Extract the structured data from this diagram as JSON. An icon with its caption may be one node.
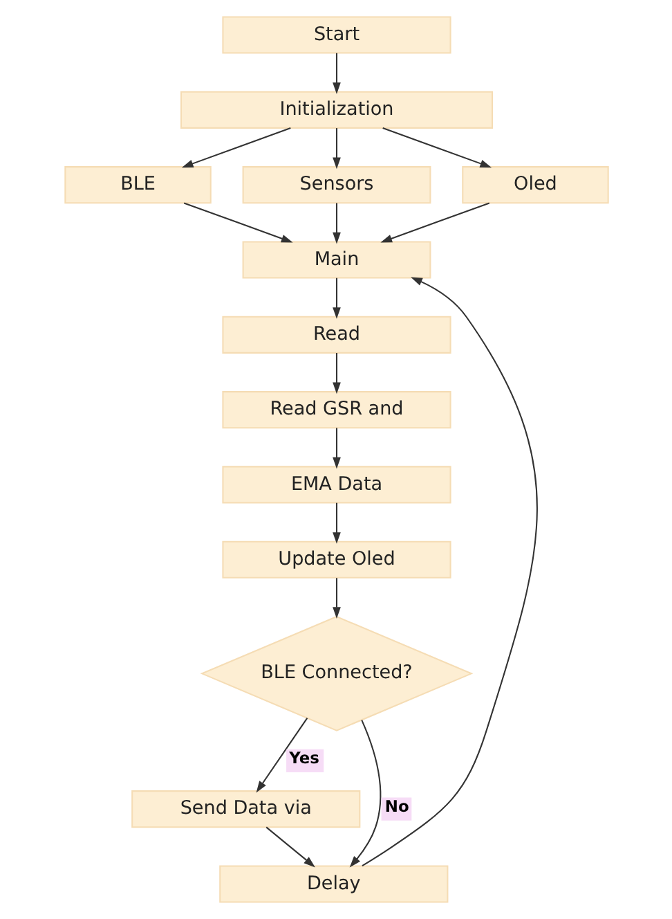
{
  "diagram": {
    "nodes": [
      {
        "text": [
          "Start"
        ]
      },
      {
        "text": [
          "Initialization"
        ]
      },
      {
        "text": [
          "BLE"
        ]
      },
      {
        "text": [
          "Sensors"
        ]
      },
      {
        "text": [
          "Oled"
        ]
      },
      {
        "text": [
          "Main"
        ]
      },
      {
        "text": [
          "Read"
        ]
      },
      {
        "text": [
          "Read GSR and"
        ]
      },
      {
        "text": [
          "EMA Data"
        ]
      },
      {
        "text": [
          "Update Oled"
        ]
      },
      {
        "text": [
          "BLE Connected?"
        ]
      },
      {
        "text": [
          "Send Data via"
        ]
      },
      {
        "text": [
          "Delay"
        ]
      }
    ],
    "edges": [
      {
        "from": 0,
        "to": 1,
        "arrow": "to"
      },
      {
        "from": 1,
        "to": 2,
        "arrow": "to"
      },
      {
        "from": 1,
        "to": 3,
        "arrow": "to"
      },
      {
        "from": 1,
        "to": 4,
        "arrow": "to"
      },
      {
        "from": 2,
        "to": 5,
        "arrow": "to"
      },
      {
        "from": 3,
        "to": 5,
        "arrow": "to"
      },
      {
        "from": 4,
        "to": 5,
        "arrow": "to"
      },
      {
        "from": 5,
        "to": 6,
        "arrow": "to"
      },
      {
        "from": 6,
        "to": 7,
        "arrow": "to"
      },
      {
        "from": 7,
        "to": 8,
        "arrow": "to"
      },
      {
        "from": 8,
        "to": 9,
        "arrow": "to"
      },
      {
        "from": 9,
        "to": 10,
        "arrow": "to"
      },
      {
        "from": 10,
        "to": 11,
        "arrow": "to",
        "label": "Yes"
      },
      {
        "from": 10,
        "to": 12,
        "arrow": "to",
        "label": "No"
      },
      {
        "from": 11,
        "to": 12,
        "arrow": "to"
      },
      {
        "from": 12,
        "to": 5,
        "arrow": "to"
      }
    ]
  }
}
